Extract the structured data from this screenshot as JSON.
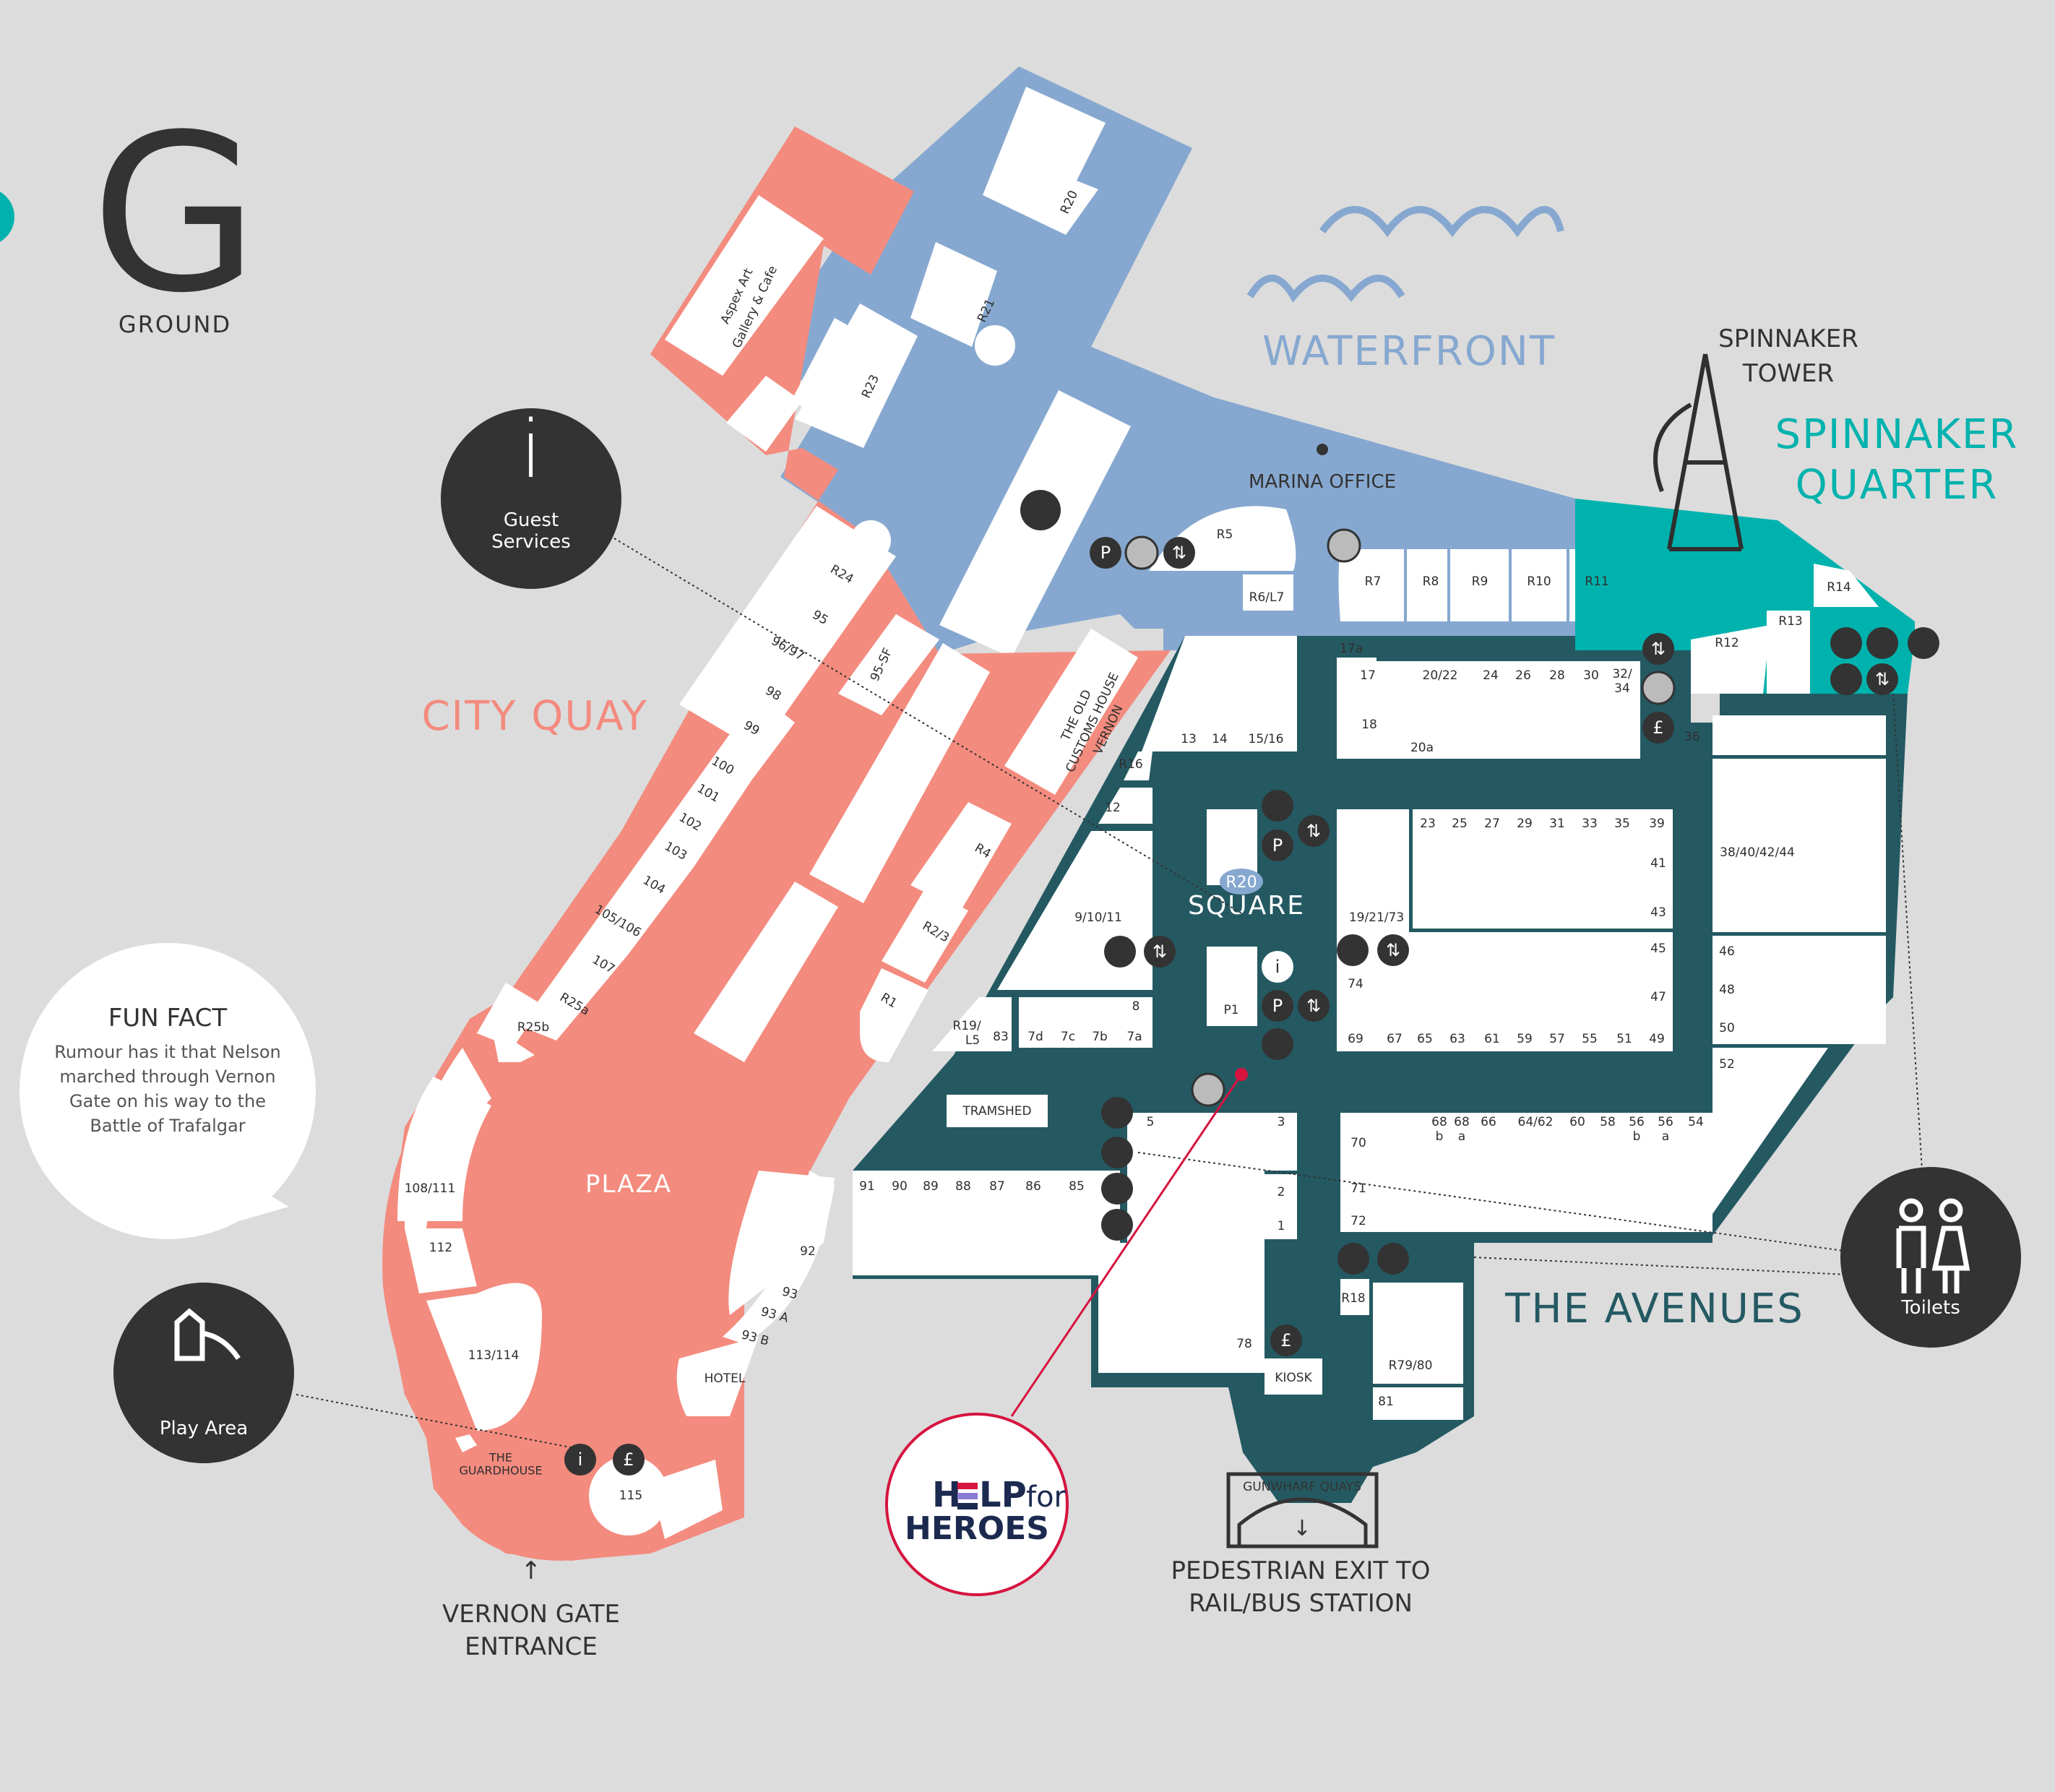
{
  "floor": {
    "letter": "G",
    "name": "GROUND"
  },
  "zones": {
    "city_quay": "CITY QUAY",
    "waterfront": "WATERFRONT",
    "spinnaker_quarter_1": "SPINNAKER",
    "spinnaker_quarter_2": "QUARTER",
    "the_avenues": "THE AVENUES",
    "square": "SQUARE",
    "plaza": "PLAZA"
  },
  "landmarks": {
    "spinnaker_tower_1": "SPINNAKER",
    "spinnaker_tower_2": "TOWER",
    "marina_office": "MARINA OFFICE",
    "vernon_gate_1": "VERNON GATE",
    "vernon_gate_2": "ENTRANCE",
    "exit_1": "PEDESTRIAN EXIT TO",
    "exit_2": "RAIL/BUS STATION",
    "gunwharf": "GUNWHARF QUAYS",
    "guardhouse_1": "THE",
    "guardhouse_2": "GUARDHOUSE",
    "customs_1": "THE OLD",
    "customs_2": "CUSTOMS HOUSE",
    "customs_3": "VERNON",
    "aspex_1": "Aspex Art",
    "aspex_2": "Gallery & Cafe",
    "tramshed": "TRAMSHED",
    "hotel": "HOTEL",
    "kiosk": "KIOSK"
  },
  "callouts": {
    "guest_services_1": "Guest",
    "guest_services_2": "Services",
    "guest_icon": "i",
    "play_area": "Play Area",
    "toilets": "Toilets",
    "fun_fact_title": "FUN FACT",
    "fun_fact_lines": [
      "Rumour has it that Nelson",
      "marched through Vernon",
      "Gate on his way to the",
      "Battle of Trafalgar"
    ],
    "help_1a": "H",
    "help_1b": "LP",
    "help_1c": "for",
    "help_2": "HEROES"
  },
  "units": {
    "R20": "R20",
    "R21": "R21",
    "R23": "R23",
    "R24": "R24",
    "R5": "R5",
    "R6L7": "R6/L7",
    "R7": "R7",
    "R8": "R8",
    "R9": "R9",
    "R10": "R10",
    "R11": "R11",
    "R12": "R12",
    "R13": "R13",
    "R14": "R14",
    "95": "95",
    "9697": "96/97",
    "95SF": "95-SF",
    "98": "98",
    "99": "99",
    "100": "100",
    "101": "101",
    "102": "102",
    "103": "103",
    "104": "104",
    "105106": "105/106",
    "107": "107",
    "R25a": "R25a",
    "R25b": "R25b",
    "108111": "108/111",
    "112": "112",
    "113114": "113/114",
    "115": "115",
    "92": "92",
    "93": "93",
    "93A": "93 A",
    "93B": "93 B",
    "R4": "R4",
    "R23b": "R2/3",
    "R1": "R1",
    "R16": "R16",
    "12": "12",
    "13": "13",
    "14": "14",
    "1516": "15/16",
    "91011": "9/10/11",
    "8": "8",
    "R19L5": "R19/",
    "R19L5b": "L5",
    "83": "83",
    "7d": "7d",
    "7c": "7c",
    "7b": "7b",
    "7a": "7a",
    "91": "91",
    "90": "90",
    "89": "89",
    "88": "88",
    "87": "87",
    "86": "86",
    "85": "85",
    "5": "5",
    "3": "3",
    "2": "2",
    "1": "1",
    "R18": "R18",
    "78": "78",
    "R7980": "R79/80",
    "81": "81",
    "17a": "17a",
    "17": "17",
    "2022": "20/22",
    "24": "24",
    "26": "26",
    "28": "28",
    "30": "30",
    "3234a": "32/",
    "3234b": "34",
    "18": "18",
    "20a": "20a",
    "36": "36",
    "23": "23",
    "25": "25",
    "27": "27",
    "29": "29",
    "31": "31",
    "33": "33",
    "35": "35",
    "39": "39",
    "41": "41",
    "43": "43",
    "45": "45",
    "47": "47",
    "38404244": "38/40/42/44",
    "192173": "19/21/73",
    "74": "74",
    "69": "69",
    "67": "67",
    "65": "65",
    "63": "63",
    "61": "61",
    "59": "59",
    "57": "57",
    "55": "55",
    "51": "51",
    "49": "49",
    "46": "46",
    "48": "48",
    "50": "50",
    "52": "52",
    "70": "70",
    "71": "71",
    "72": "72",
    "68b": "68",
    "68bb": "b",
    "68a": "68",
    "68aa": "a",
    "66": "66",
    "6462": "64/62",
    "60": "60",
    "58": "58",
    "56b": "56",
    "56bb": "b",
    "56a": "56",
    "56aa": "a",
    "54": "54",
    "P1": "P1",
    "R20sq": "R20"
  },
  "icons": {
    "parking": "P",
    "pound": "£",
    "info": "i",
    "lift": "⇅",
    "arrow_up": "↑",
    "arrow_down": "↓"
  },
  "colors": {
    "city_quay": "#f38b7e",
    "waterfront": "#86a8d0",
    "spinnaker": "#00b2ad",
    "avenues": "#245962",
    "background": "#dcdcdc",
    "dark": "#333333",
    "help_red": "#d6143f"
  }
}
